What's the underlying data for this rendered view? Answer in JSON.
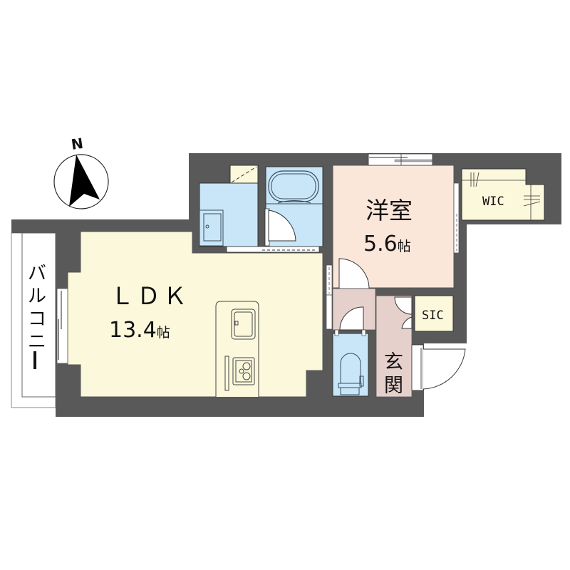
{
  "compass": {
    "label": "N",
    "icon": "north-arrow-icon"
  },
  "rooms": {
    "ldk": {
      "name": "ＬＤＫ",
      "size": "13.4",
      "unit": "帖",
      "color": "#fbf8dc"
    },
    "western_room": {
      "name": "洋室",
      "size": "5.6",
      "unit": "帖",
      "color": "#fbe6da"
    },
    "wic": {
      "name": "WIC",
      "color": "#fbf8dc"
    },
    "sic": {
      "name": "SIC",
      "color": "#fbf8dc"
    },
    "entrance": {
      "name_top": "玄",
      "name_bottom": "関",
      "color": "#e6d0cb"
    },
    "hallway": {
      "color": "#e6d0cb"
    },
    "balcony": {
      "chars": [
        "バ",
        "ル",
        "コ",
        "ニ",
        "ー"
      ],
      "color": "#ffffff"
    },
    "bathroom": {
      "color": "#c8e6f8"
    },
    "washroom": {
      "color": "#c8e6f8"
    },
    "toilet": {
      "color": "#c8e6f8"
    }
  },
  "colors": {
    "wall": "#595959",
    "outline": "#333333",
    "fixture": "#3a4a5a"
  }
}
